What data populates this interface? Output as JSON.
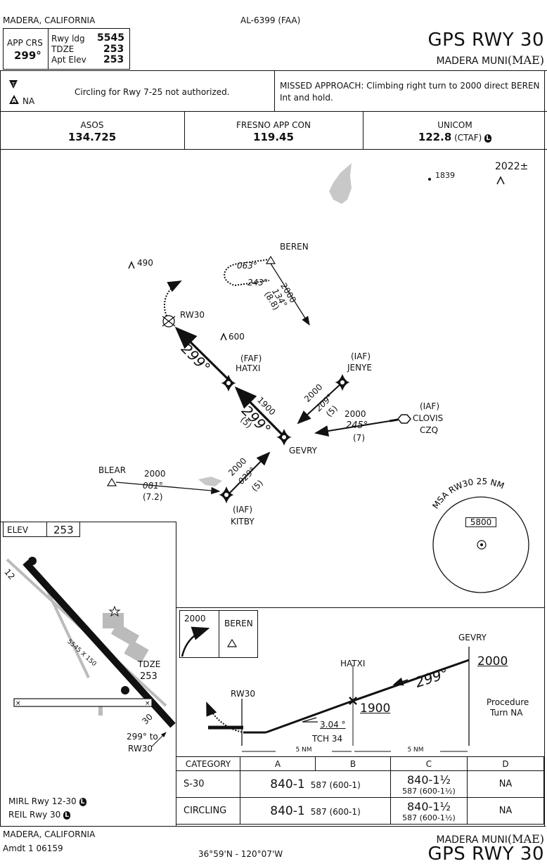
{
  "header": {
    "city_state": "MADERA, CALIFORNIA",
    "chart_id": "AL-6399 (FAA)",
    "title": "GPS RWY 30",
    "airport": "MADERA MUNI",
    "airport_id": "(MAE)"
  },
  "briefing": {
    "app_crs_label": "APP CRS",
    "app_crs": "299°",
    "rwy_ldg_label": "Rwy ldg",
    "rwy_ldg": "5545",
    "tdze_label": "TDZE",
    "tdze": "253",
    "apt_elev_label": "Apt Elev",
    "apt_elev": "253",
    "na_label": "NA",
    "notes": "Circling for Rwy 7-25 not authorized.",
    "missed_approach": "MISSED APPROACH:  Climbing right turn to 2000 direct BEREN",
    "missed_approach_2": "Int and hold."
  },
  "comms": [
    {
      "name": "ASOS",
      "freq": "134.725",
      "suffix": ""
    },
    {
      "name": "FRESNO APP CON",
      "freq": "119.45",
      "suffix": ""
    },
    {
      "name": "UNICOM",
      "freq": "122.8",
      "suffix": "(CTAF)"
    }
  ],
  "plan": {
    "obstacles": [
      "1839",
      "2022",
      "490",
      "600"
    ],
    "obstacle_pm": "±",
    "fixes": {
      "beren": "BEREN",
      "rw30": "RW30",
      "faf": "(FAF)",
      "hatxi": "HATXI",
      "iaf_jenye": "(IAF)",
      "jenye": "JENYE",
      "iaf_clovis": "(IAF)",
      "clovis": "CLOVIS",
      "czq": "CZQ",
      "gevry": "GEVRY",
      "blear": "BLEAR",
      "iaf_kitby": "(IAF)",
      "kitby": "KITBY"
    },
    "hold_out": "063°",
    "hold_in": "243°",
    "beren_leg": {
      "alt": "2000",
      "crs": "134°",
      "dist": "(8.8)"
    },
    "final_crs_1": "299°",
    "final_crs_2": "299°",
    "gevry_hatxi": {
      "alt": "1900",
      "dist": "(5)"
    },
    "jenye_leg": {
      "alt": "2000",
      "crs": "209°",
      "dist": "(5)"
    },
    "clovis_leg": {
      "alt": "2000",
      "crs": "245°",
      "dist": "(7)"
    },
    "kitby_leg": {
      "alt": "2000",
      "crs": "029°",
      "dist": "(5)"
    },
    "blear_leg": {
      "alt": "2000",
      "crs": "081°",
      "dist": "(7.2)"
    },
    "msa": {
      "label": "MSA RW30 25 NM",
      "alt": "5800"
    }
  },
  "airport_sketch": {
    "elev_label": "ELEV",
    "elev": "253",
    "rwy_dims": "5545 X 150",
    "rwy_12": "12",
    "rwy_30": "30",
    "tdze_label": "TDZE",
    "tdze": "253",
    "crs_note": "299° to",
    "crs_note_2": "RW30",
    "lighting_1": "MIRL Rwy 12-30",
    "lighting_2": "REIL Rwy 30"
  },
  "profile": {
    "hold_alt": "2000",
    "hold_fix": "BEREN",
    "gevry": "GEVRY",
    "gevry_alt": "2000",
    "hatxi": "HATXI",
    "hatxi_alt": "1900",
    "rw30": "RW30",
    "crs": "299°",
    "gpa": "3.04 °",
    "tch": "TCH 34",
    "seg1": "5 NM",
    "seg2": "5 NM",
    "pt_note": "Procedure",
    "pt_note_2": "Turn NA"
  },
  "minimums": {
    "header": [
      "CATEGORY",
      "A",
      "B",
      "C",
      "D"
    ],
    "rows": [
      {
        "cat": "S-30",
        "ab_main": "840-1",
        "ab_sub": "587 (600-1)",
        "c_main": "840-1½",
        "c_sub": "587 (600-1½)",
        "d": "NA"
      },
      {
        "cat": "CIRCLING",
        "ab_main": "840-1",
        "ab_sub": "587 (600-1)",
        "c_main": "840-1½",
        "c_sub": "587 (600-1½)",
        "d": "NA"
      }
    ]
  },
  "footer": {
    "city_state": "MADERA, CALIFORNIA",
    "amdt": "Amdt 1 06159",
    "coords": "36°59'N - 120°07'W",
    "airport": "MADERA MUNI",
    "airport_id": "(MAE)",
    "title": "GPS RWY 30"
  }
}
